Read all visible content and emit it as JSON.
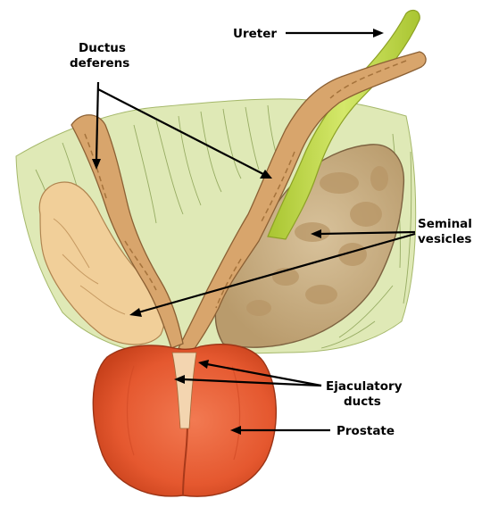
{
  "labels": {
    "ureter": "Ureter",
    "ductus_line1": "Ductus",
    "ductus_line2": "deferens",
    "seminal_line1": "Seminal",
    "seminal_line2": "vesicles",
    "ejac_line1": "Ejaculatory",
    "ejac_line2": "ducts",
    "prostate": "Prostate"
  },
  "colors": {
    "bladder": "#dde8b4",
    "ureter": "#c3d94a",
    "ductus": "#d9a870",
    "seminal": "#cdb58f",
    "prostate": "#e8623a",
    "prostate_dark": "#c9431f"
  }
}
